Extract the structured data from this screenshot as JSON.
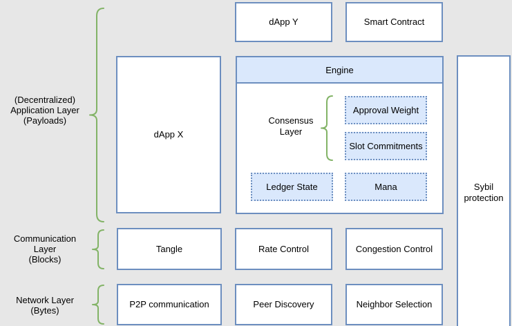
{
  "theme": {
    "bg": "#e7e7e7",
    "box_border": "#6c8ebf",
    "box_fill": "#ffffff",
    "accent_fill": "#dae8fc",
    "brace": "#82b366",
    "text": "#000000"
  },
  "diagram": {
    "layer_labels": {
      "application": [
        "(Decentralized)",
        "Application Layer",
        "(Payloads)"
      ],
      "communication": [
        "Communication",
        "Layer",
        "(Blocks)"
      ],
      "network": [
        "Network Layer",
        "(Bytes)"
      ]
    },
    "consensus_label": [
      "Consensus",
      "Layer"
    ],
    "boxes": {
      "dapp_y": "dApp Y",
      "smart_contract": "Smart Contract",
      "dapp_x": "dApp X",
      "engine": "Engine",
      "approval_weight": "Approval Weight",
      "slot_commitments": "Slot Commitments",
      "ledger_state": "Ledger State",
      "mana": "Mana",
      "sybil_protection": "Sybil protection",
      "tangle": "Tangle",
      "rate_control": "Rate Control",
      "congestion_control": "Congestion Control",
      "p2p_communication": "P2P communication",
      "peer_discovery": "Peer Discovery",
      "neighbor_selection": "Neighbor Selection"
    }
  }
}
